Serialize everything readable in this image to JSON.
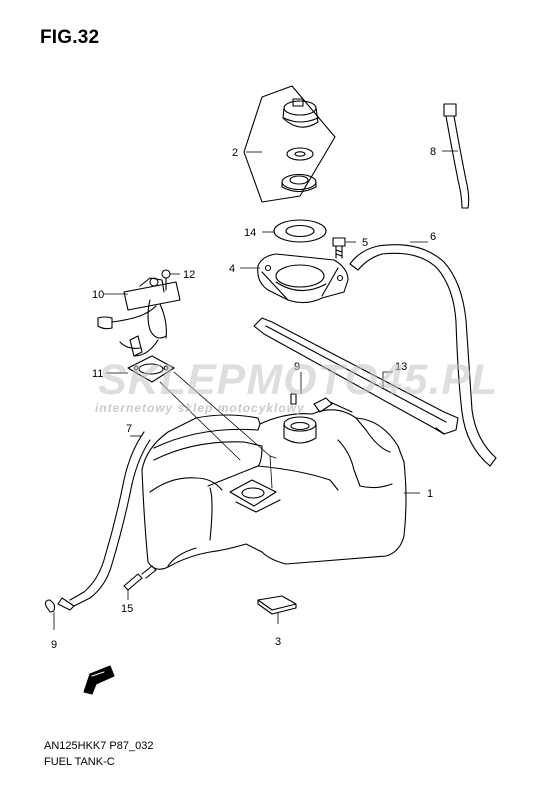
{
  "figure": {
    "title": "FIG.32",
    "code": "AN125HKK7 P87_032",
    "name": "FUEL TANK-C"
  },
  "watermark": {
    "brand": "SKLEPMOTO45.PL",
    "tagline": "internetowy sklep motocyklowy",
    "color": "#c8c8c8"
  },
  "callouts": [
    {
      "id": "1",
      "label": "1"
    },
    {
      "id": "2",
      "label": "2"
    },
    {
      "id": "3",
      "label": "3"
    },
    {
      "id": "4",
      "label": "4"
    },
    {
      "id": "5",
      "label": "5"
    },
    {
      "id": "6",
      "label": "6"
    },
    {
      "id": "7",
      "label": "7"
    },
    {
      "id": "8",
      "label": "8"
    },
    {
      "id": "9a",
      "label": "9"
    },
    {
      "id": "9b",
      "label": "9"
    },
    {
      "id": "10",
      "label": "10"
    },
    {
      "id": "11",
      "label": "11"
    },
    {
      "id": "12",
      "label": "12"
    },
    {
      "id": "13",
      "label": "13"
    },
    {
      "id": "14",
      "label": "14"
    },
    {
      "id": "15",
      "label": "15"
    }
  ],
  "icons": {
    "front_arrow": "front-direction-arrow-icon"
  }
}
